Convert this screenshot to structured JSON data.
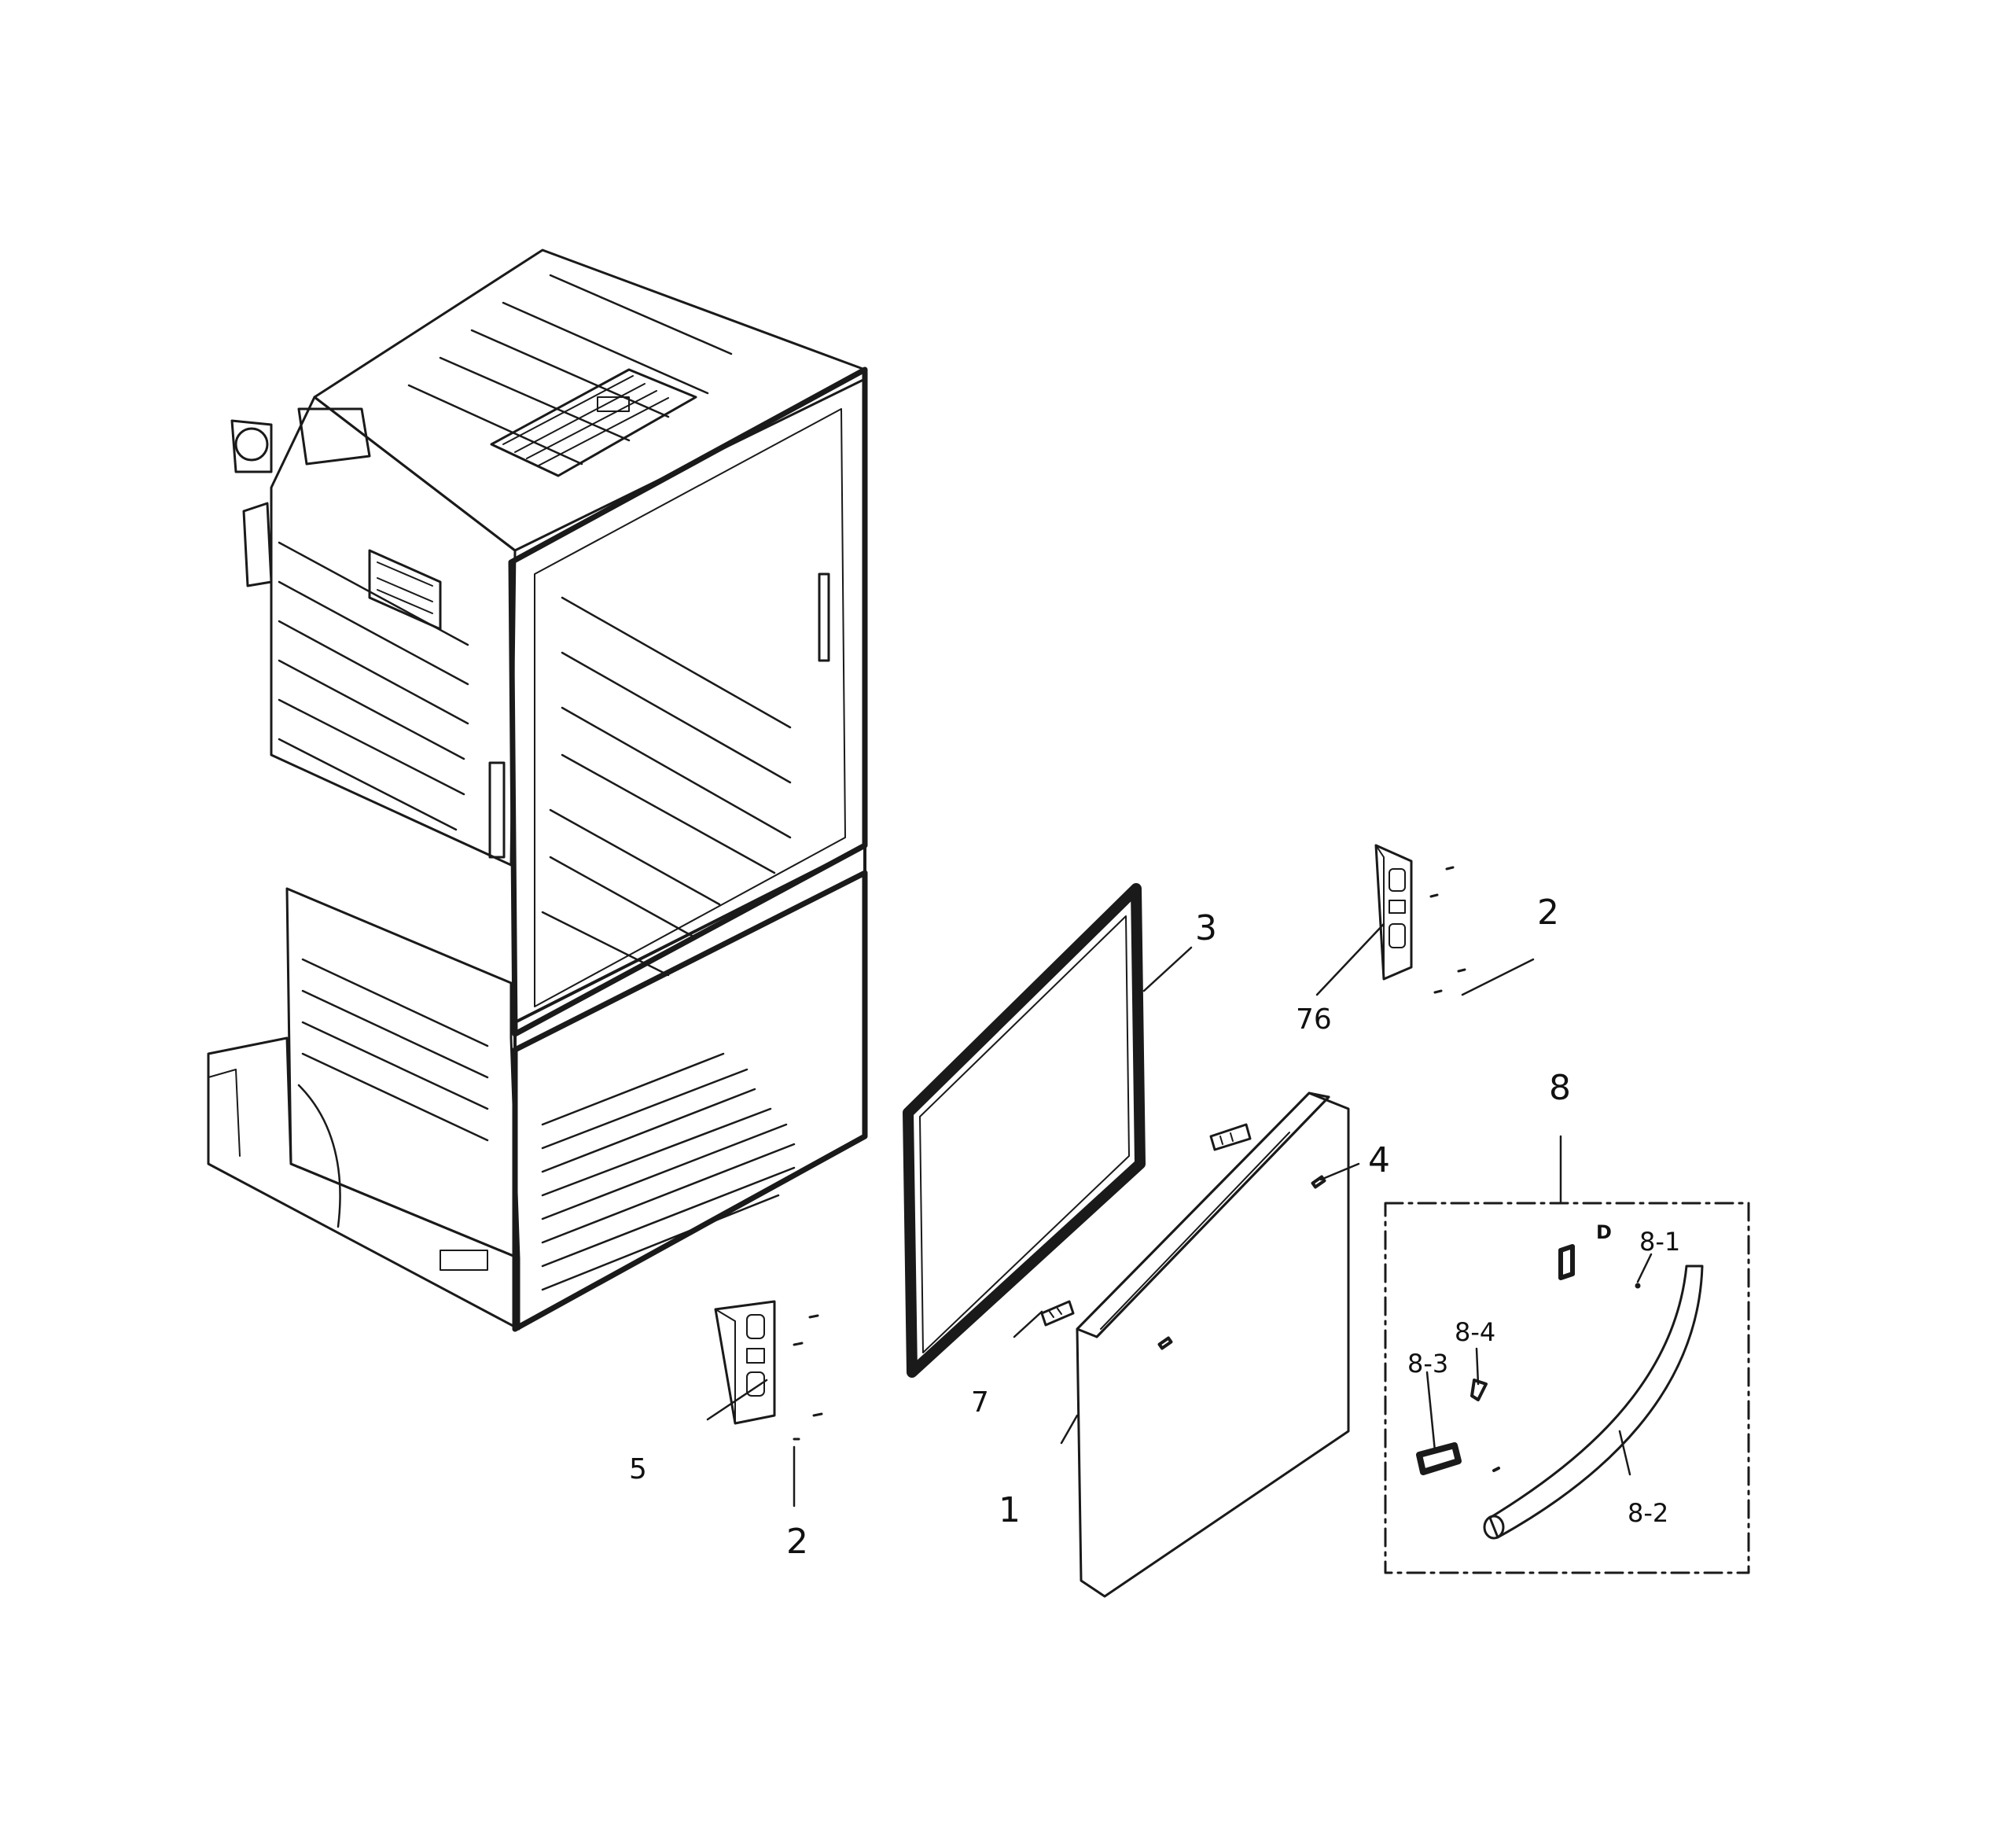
{
  "diagram": {
    "type": "exploded-parts-view",
    "colors": {
      "ink": "#1a1a1a",
      "background": "#ffffff"
    },
    "callouts": [
      {
        "id": "label-1",
        "text": "1"
      },
      {
        "id": "label-2-upper",
        "text": "2"
      },
      {
        "id": "label-2-lower",
        "text": "2"
      },
      {
        "id": "label-3",
        "text": "3"
      },
      {
        "id": "label-4",
        "text": "4"
      },
      {
        "id": "label-5",
        "text": "5"
      },
      {
        "id": "label-7",
        "text": "7"
      },
      {
        "id": "label-76",
        "text": "76"
      },
      {
        "id": "label-8",
        "text": "8"
      },
      {
        "id": "label-8-1",
        "text": "8-1"
      },
      {
        "id": "label-8-2",
        "text": "8-2"
      },
      {
        "id": "label-8-3",
        "text": "8-3"
      },
      {
        "id": "label-8-4",
        "text": "8-4"
      },
      {
        "id": "label-d",
        "text": "D"
      }
    ]
  }
}
